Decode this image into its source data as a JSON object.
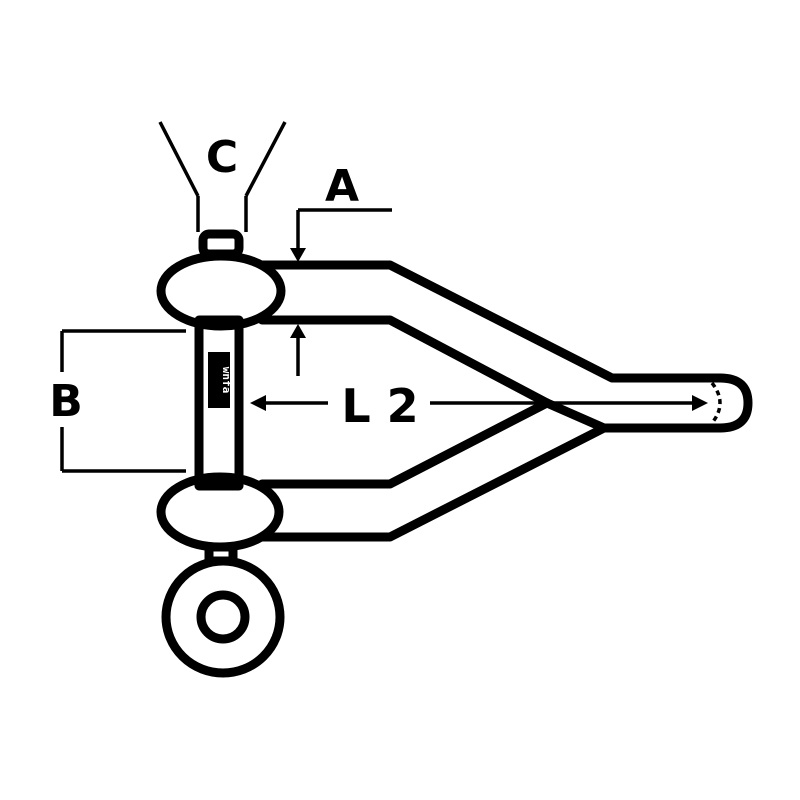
{
  "labels": {
    "a": "A",
    "b": "B",
    "c": "C",
    "l2": "L 2"
  },
  "stamp": "wnfa",
  "colors": {
    "ink": "#000000",
    "background": "#ffffff"
  }
}
